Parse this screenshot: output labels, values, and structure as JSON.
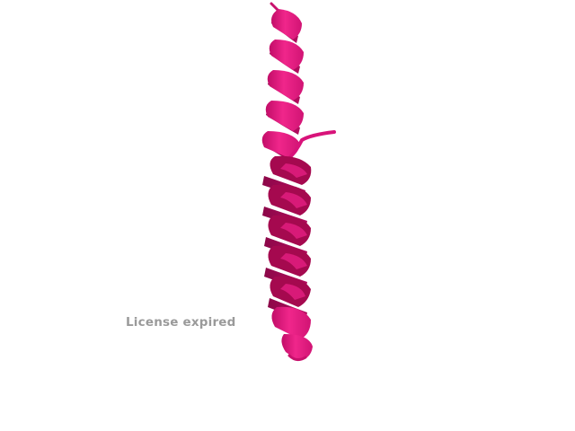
{
  "watermark": {
    "text": "License expired"
  },
  "colors": {
    "background": "#ffffff",
    "ribbon_main": "#e0157a",
    "ribbon_dark": "#b00a5c",
    "ribbon_light": "#f23a95",
    "watermark": "#9a9a9a"
  },
  "structure": {
    "representation": "cartoon",
    "secondary_structure": [
      "alpha-helix",
      "alpha-helix"
    ]
  }
}
